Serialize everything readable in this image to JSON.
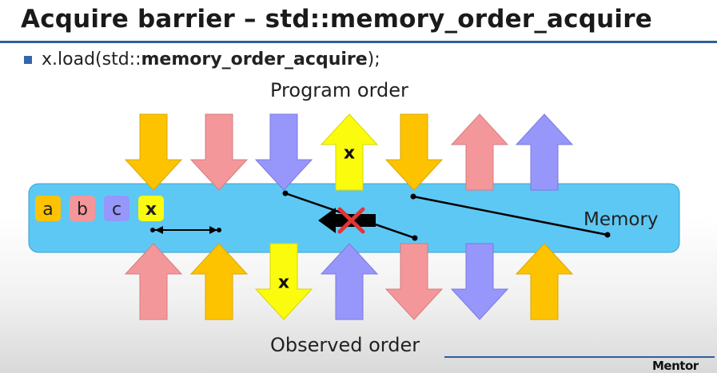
{
  "title": "Acquire barrier – std::memory_order_acquire",
  "bullet": {
    "prefix": "x.load(std::",
    "bold": "memory_order_acquire",
    "suffix": ");"
  },
  "program_order_label": "Program order",
  "observed_order_label": "Observed order",
  "memory_label": "Memory",
  "logo": "Mentor",
  "colors": {
    "yellow": "#fdc300",
    "pink": "#f4979a",
    "purple": "#9696fb",
    "bright_yellow": "#fbfb0e",
    "memory_band": "#5ec8f4",
    "cross": "#e53434"
  },
  "legend_boxes": [
    {
      "label": "a",
      "color": "yellow"
    },
    {
      "label": "b",
      "color": "pink"
    },
    {
      "label": "c",
      "color": "purple"
    },
    {
      "label": "x",
      "color": "bright_yellow"
    }
  ],
  "top_arrows": [
    {
      "direction": "down",
      "color": "yellow"
    },
    {
      "direction": "down",
      "color": "pink"
    },
    {
      "direction": "down",
      "color": "purple"
    },
    {
      "direction": "up",
      "color": "bright_yellow",
      "label": "x"
    },
    {
      "direction": "down",
      "color": "yellow"
    },
    {
      "direction": "up",
      "color": "pink"
    },
    {
      "direction": "up",
      "color": "purple"
    }
  ],
  "bottom_arrows": [
    {
      "direction": "up",
      "color": "pink"
    },
    {
      "direction": "up",
      "color": "yellow"
    },
    {
      "direction": "down",
      "color": "bright_yellow",
      "label": "x"
    },
    {
      "direction": "up",
      "color": "purple"
    },
    {
      "direction": "down",
      "color": "pink"
    },
    {
      "direction": "down",
      "color": "purple"
    },
    {
      "direction": "up",
      "color": "yellow"
    }
  ]
}
